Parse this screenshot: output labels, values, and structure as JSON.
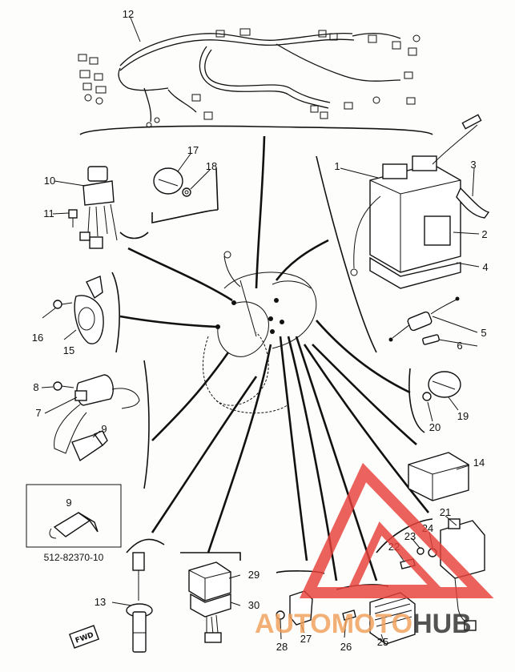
{
  "callouts": {
    "n1": "1",
    "n2": "2",
    "n3": "3",
    "n4": "4",
    "n5": "5",
    "n6": "6",
    "n7": "7",
    "n8": "8",
    "n9": "9",
    "n9b": "9",
    "n10": "10",
    "n11": "11",
    "n12": "12",
    "n13": "13",
    "n14": "14",
    "n15": "15",
    "n16": "16",
    "n17": "17",
    "n18": "18",
    "n19": "19",
    "n20": "20",
    "n21": "21",
    "n22": "22",
    "n23": "23",
    "n24": "24",
    "n25": "25",
    "n26": "26",
    "n27": "27",
    "n28": "28",
    "n29": "29",
    "n30": "30"
  },
  "inset": {
    "part_code": "512-82370-10"
  },
  "direction_tag": "FWD",
  "watermark": {
    "text_part1": "AUTOMOTO",
    "text_part2": "HUB",
    "color_red": "#e8403a",
    "color_orange": "#f2a05a",
    "color_dark": "#2e2e2e"
  },
  "colors": {
    "ink": "#111111",
    "paper": "#fdfdfb"
  }
}
